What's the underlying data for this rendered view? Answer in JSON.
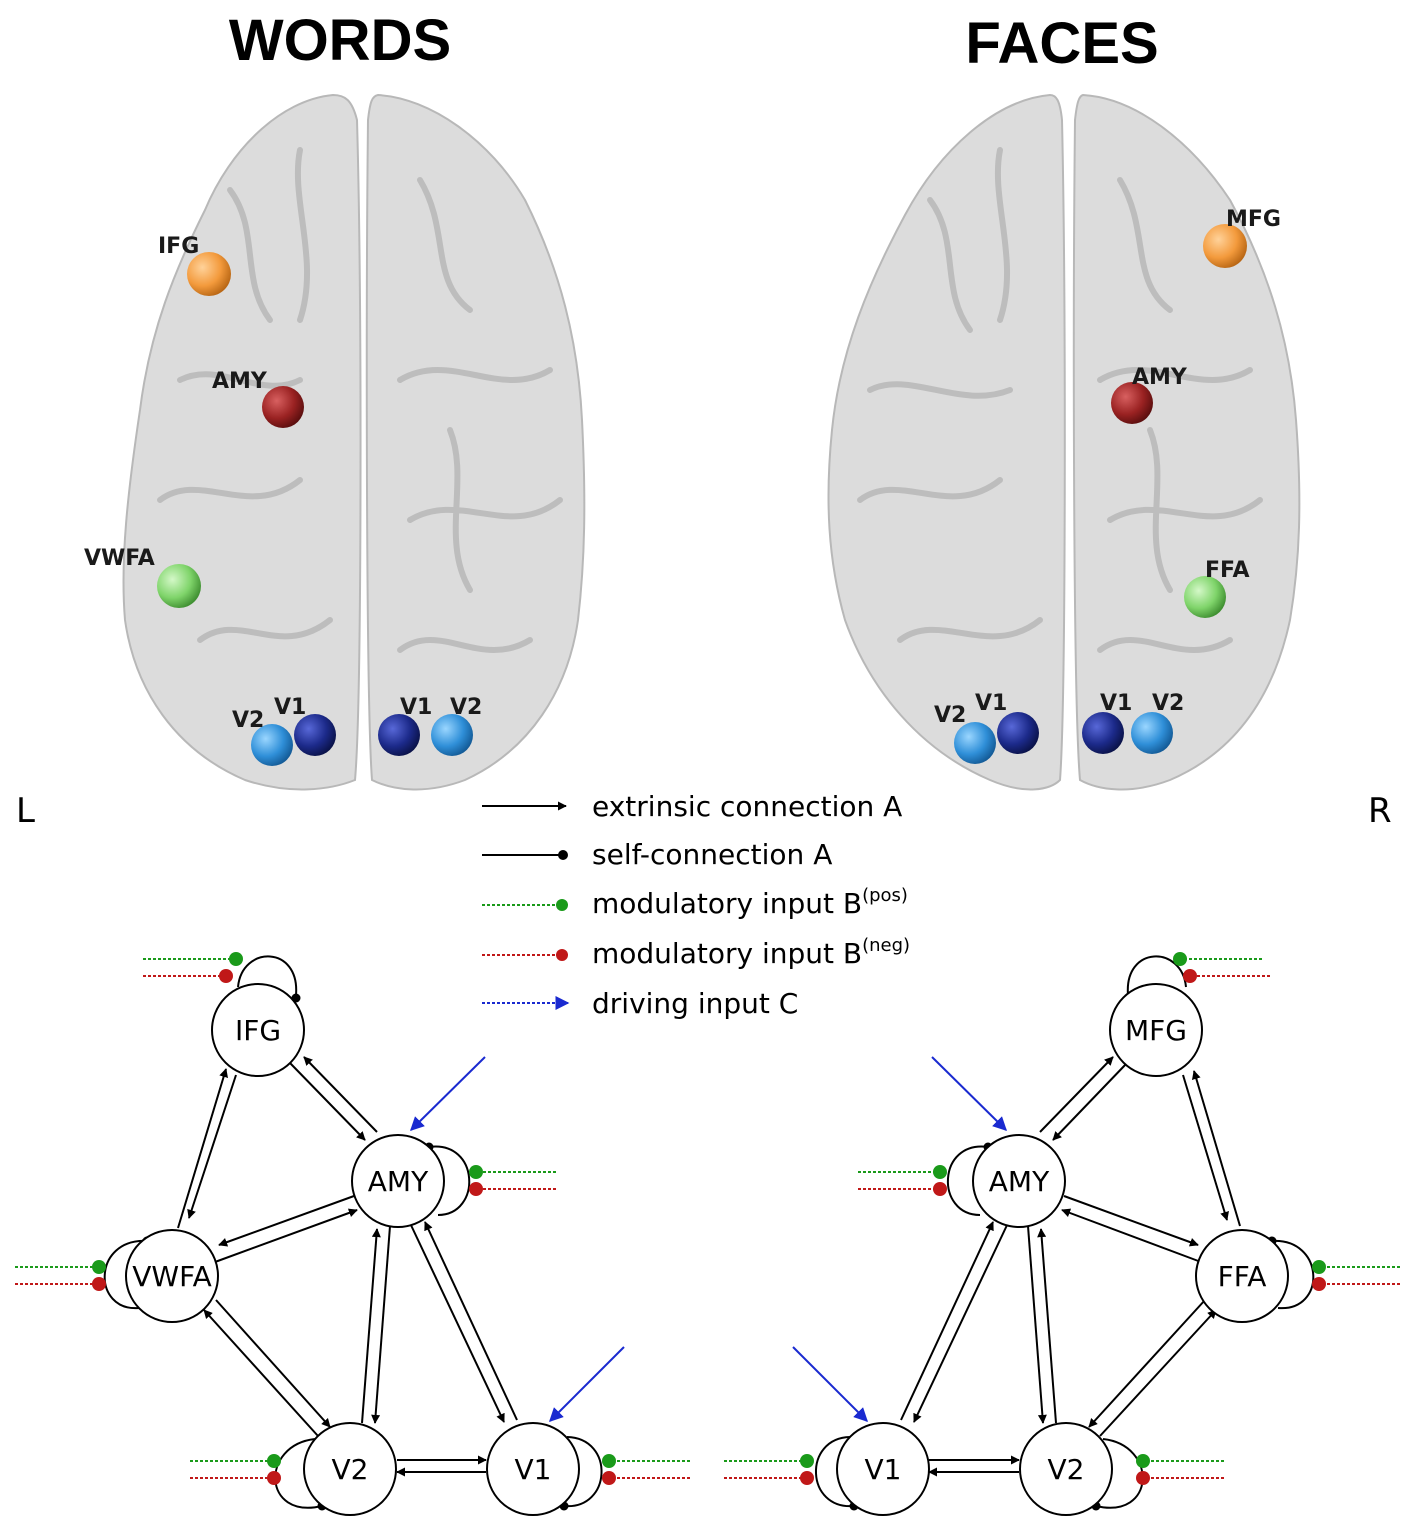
{
  "words": {
    "title": "WORDS",
    "brain_labels": {
      "ifg": "IFG",
      "amy": "AMY",
      "vwfa": "VWFA",
      "v2_left": "V2",
      "v1_left": "V1",
      "v1_right": "V1",
      "v2_right": "V2"
    },
    "nodes": {
      "ifg": "IFG",
      "amy": "AMY",
      "vwfa": "VWFA",
      "v2": "V2",
      "v1": "V1"
    }
  },
  "faces": {
    "title": "FACES",
    "brain_labels": {
      "mfg": "MFG",
      "amy": "AMY",
      "ffa": "FFA",
      "v2_left": "V2",
      "v1_left": "V1",
      "v1_right": "V1",
      "v2_right": "V2"
    },
    "nodes": {
      "mfg": "MFG",
      "amy": "AMY",
      "ffa": "FFA",
      "v1": "V1",
      "v2": "V2"
    }
  },
  "orientation": {
    "left": "L",
    "right": "R"
  },
  "legend": {
    "extrinsic": "extrinsic connection A",
    "self": "self-connection A",
    "mod_pos": "modulatory input B",
    "mod_pos_sup": "(pos)",
    "mod_neg": "modulatory input B",
    "mod_neg_sup": "(neg)",
    "driving": "driving input C"
  },
  "colors": {
    "ifg": "#f39a3c",
    "amy": "#9a2222",
    "vwfa": "#7fd46a",
    "v1": "#1c2a8a",
    "v2": "#2f8fd8",
    "positive": "#1a9a1a",
    "negative": "#c01818",
    "driving": "#1a2ad0"
  }
}
